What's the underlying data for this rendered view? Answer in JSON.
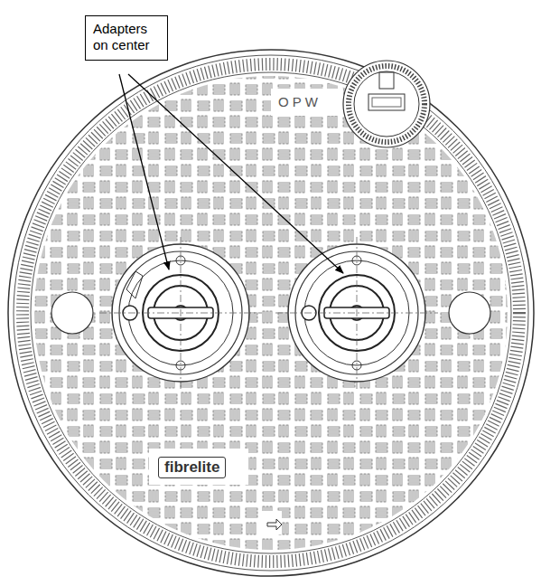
{
  "diagram": {
    "nodes": [
      {
        "text": [
          "Adapters on center"
        ]
      }
    ],
    "labels": [
      "OPW",
      "fibrelite"
    ]
  }
}
